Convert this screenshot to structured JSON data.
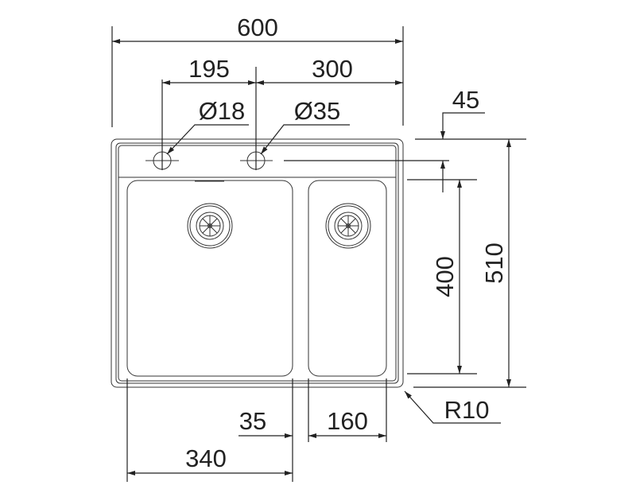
{
  "dimensions": {
    "overall_width": "600",
    "hole1_offset": "195",
    "hole2_offset": "300",
    "hole1_diameter": "Ø18",
    "hole2_diameter": "Ø35",
    "shelf_depth": "45",
    "bowl_depth": "400",
    "overall_depth": "510",
    "corner_radius": "R10",
    "divider_width": "35",
    "small_bowl_width": "160",
    "large_bowl_width": "340"
  }
}
